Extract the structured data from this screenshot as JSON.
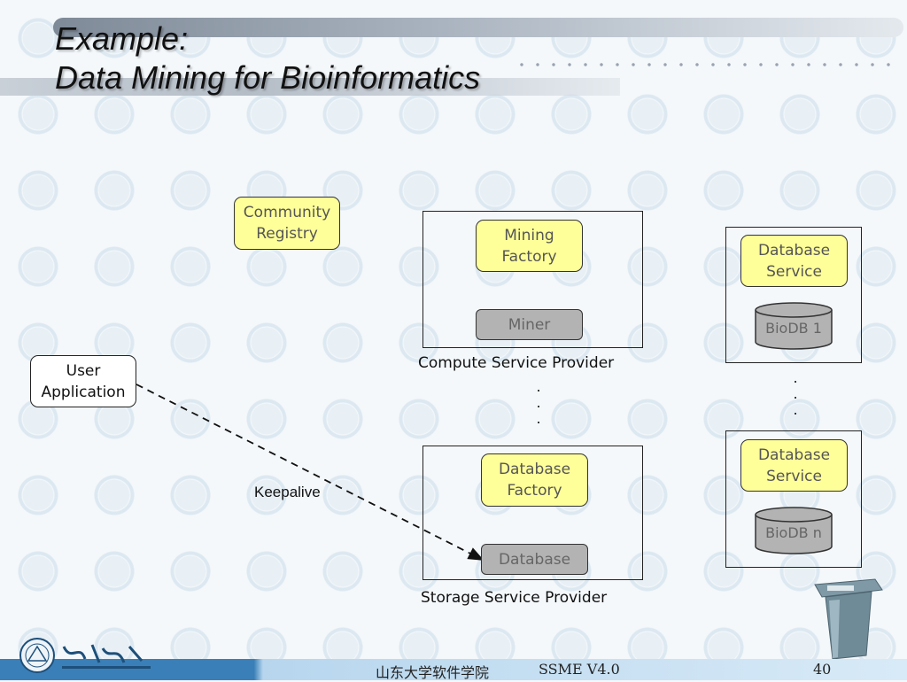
{
  "title": {
    "line1": "Example:",
    "line2": "Data Mining for Bioinformatics"
  },
  "diagram": {
    "community_registry": [
      "Community",
      "Registry"
    ],
    "user_application": [
      "User",
      "Application"
    ],
    "compute_provider": {
      "caption": "Compute Service Provider",
      "mining_factory": [
        "Mining",
        "Factory"
      ],
      "miner": "Miner"
    },
    "storage_provider": {
      "caption": "Storage Service Provider",
      "database_factory": [
        "Database",
        "Factory"
      ],
      "database": "Database"
    },
    "db_service_1": {
      "label": [
        "Database",
        "Service"
      ],
      "store": "BioDB 1"
    },
    "db_service_n": {
      "label": [
        "Database",
        "Service"
      ],
      "store": "BioDB n"
    },
    "keepalive_label": "Keepalive",
    "ellipsis": ".",
    "colors": {
      "component_fill": "#ffff99",
      "resource_fill": "#b3b3b3"
    }
  },
  "footer": {
    "institution": "山东大学软件学院",
    "version": "SSME V4.0",
    "page_number": "40",
    "logo_icon": "shandong-university-logo-icon"
  }
}
